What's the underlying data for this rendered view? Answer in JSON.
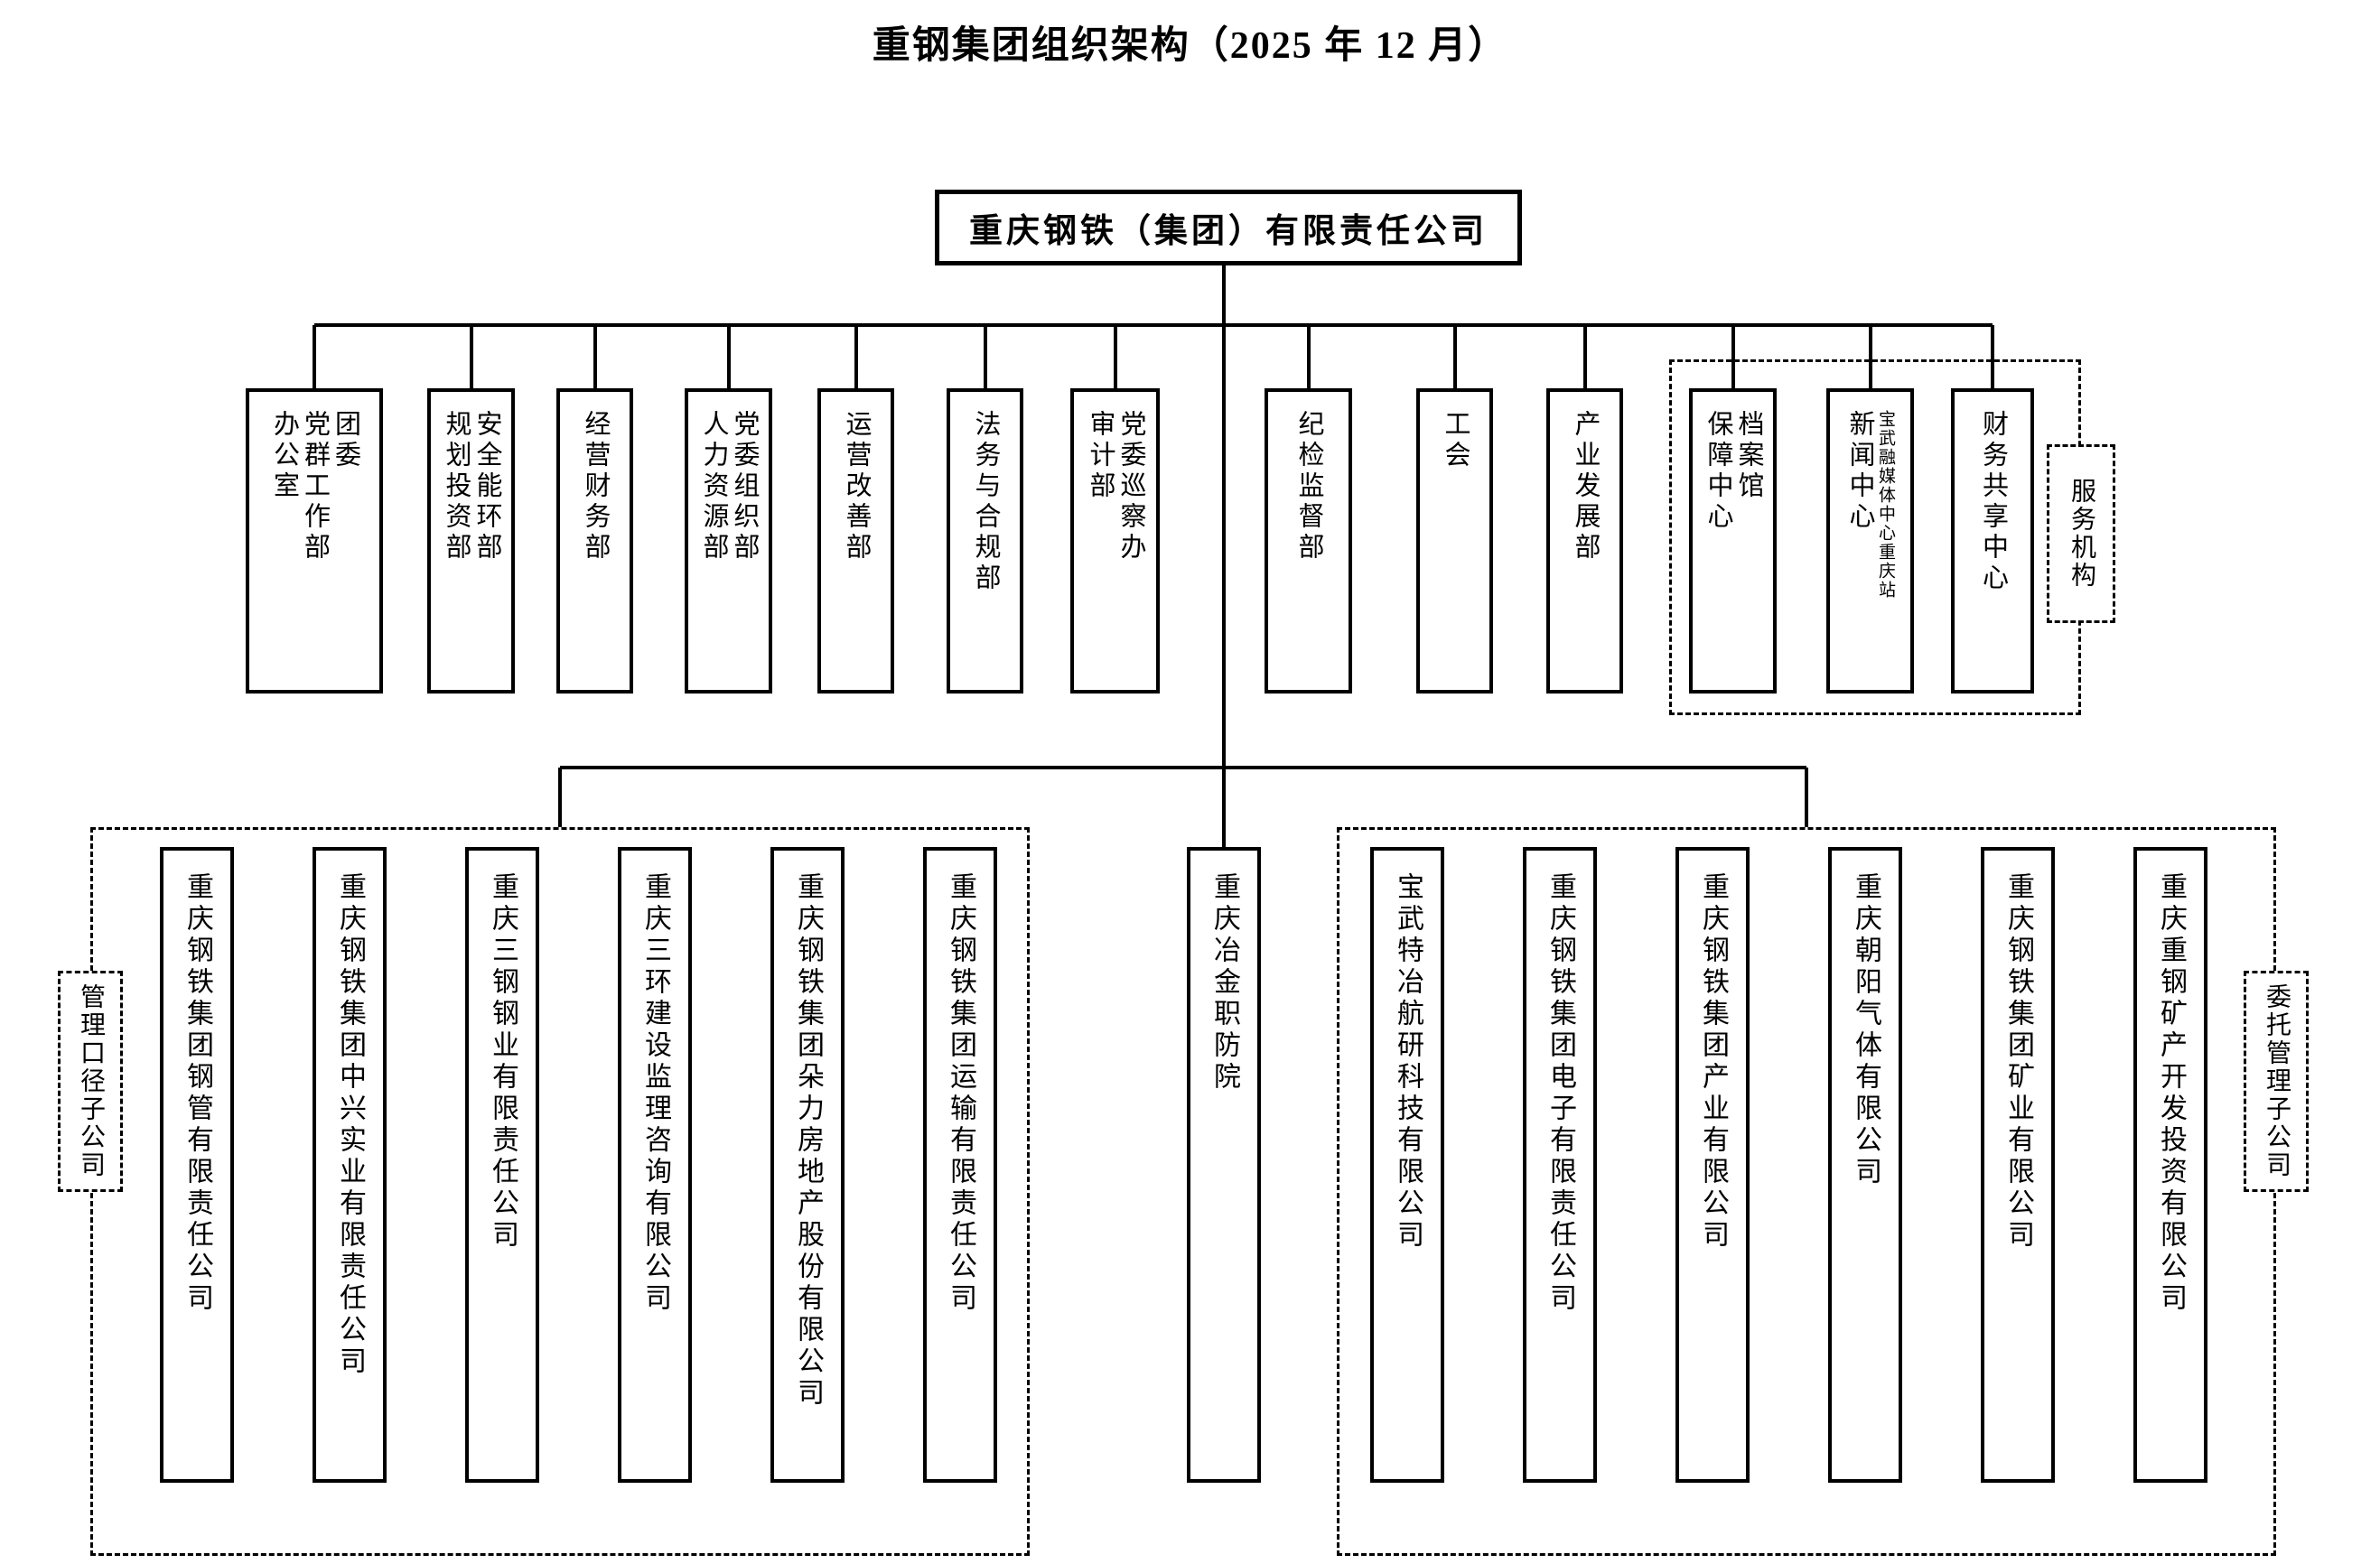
{
  "title": "重钢集团组织架构（2025 年 12 月）",
  "root": {
    "name": "重庆钢铁（集团）有限责任公司"
  },
  "departments": [
    {
      "names": [
        "办公室",
        "党群工作部",
        "团委"
      ]
    },
    {
      "names": [
        "规划投资部",
        "安全能环部"
      ]
    },
    {
      "names": [
        "经营财务部"
      ]
    },
    {
      "names": [
        "人力资源部",
        "党委组织部"
      ]
    },
    {
      "names": [
        "运营改善部"
      ]
    },
    {
      "names": [
        "法务与合规部"
      ]
    },
    {
      "names": [
        "审计部",
        "党委巡察办"
      ]
    },
    {
      "names": [
        "纪检监督部"
      ]
    },
    {
      "names": [
        "工会"
      ]
    },
    {
      "names": [
        "产业发展部"
      ]
    },
    {
      "names": [
        "保障中心",
        "档案馆"
      ],
      "service": true
    },
    {
      "names": [
        "新闻中心",
        {
          "text": "宝武融媒体中心重庆站",
          "small": true
        }
      ],
      "service": true
    },
    {
      "names": [
        "财务共享中心"
      ],
      "service": true
    }
  ],
  "service_group_label": "服务机构",
  "standalone_unit": "重庆冶金职防院",
  "subsidiary_groups": [
    {
      "label": "管理口径子公司",
      "companies": [
        "重庆钢铁集团钢管有限责任公司",
        "重庆钢铁集团中兴实业有限责任公司",
        "重庆三钢钢业有限责任公司",
        "重庆三环建设监理咨询有限公司",
        "重庆钢铁集团朵力房地产股份有限公司",
        "重庆钢铁集团运输有限责任公司"
      ]
    },
    {
      "label": "委托管理子公司",
      "companies": [
        "宝武特冶航研科技有限公司",
        "重庆钢铁集团电子有限责任公司",
        "重庆钢铁集团产业有限公司",
        "重庆朝阳气体有限公司",
        "重庆钢铁集团矿业有限公司",
        "重庆重钢矿产开发投资有限公司"
      ]
    }
  ],
  "colors": {
    "line": "#000000",
    "background": "#ffffff",
    "text": "#000000"
  }
}
